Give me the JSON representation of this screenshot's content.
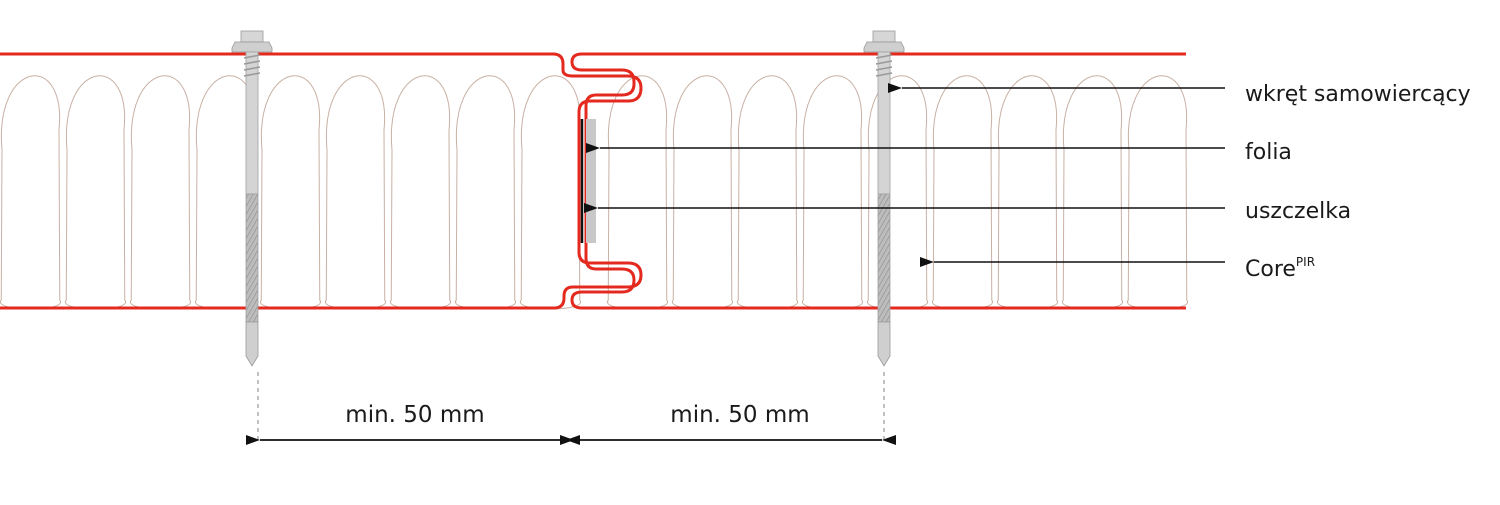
{
  "diagram": {
    "labels": [
      {
        "text": "wkręt samowiercący"
      },
      {
        "text": "folia"
      },
      {
        "text": "uszczelka"
      },
      {
        "text": "Core",
        "sup": "PIR"
      }
    ],
    "dimensions": [
      {
        "text": "min. 50 mm"
      },
      {
        "text": "min. 50 mm"
      }
    ]
  },
  "colors": {
    "facing": "#e42a1f",
    "core": "#c8b0a4",
    "screw": "#d4d4d4",
    "seal": "#c8c8c8",
    "line": "#111111"
  }
}
